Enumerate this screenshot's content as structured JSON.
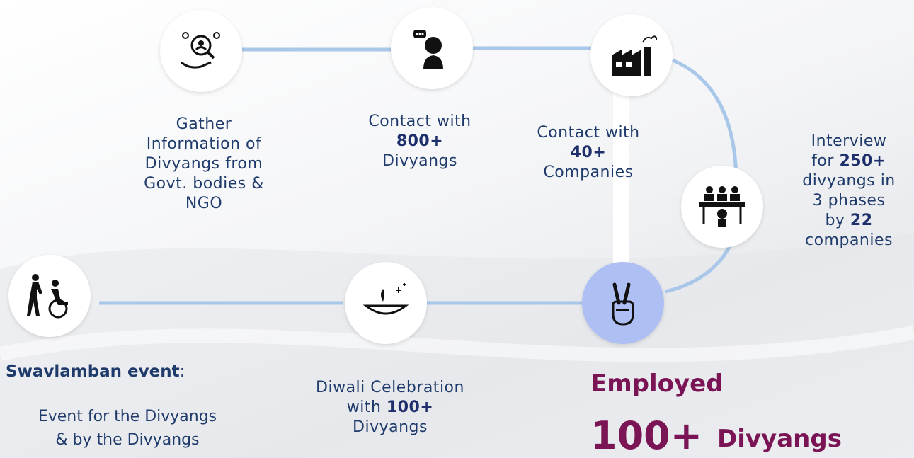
{
  "steps": {
    "gather": {
      "icon": "search-people-icon",
      "lines": [
        "Gather",
        "Information of",
        "Divyangs from",
        "Govt. bodies &",
        "NGO"
      ]
    },
    "contact_divyangs": {
      "icon": "headset-support-icon",
      "line1": "Contact with",
      "count": "800+",
      "line3": "Divyangs"
    },
    "contact_companies": {
      "icon": "factory-icon",
      "line1": "Contact with",
      "count": "40+",
      "line3": "Companies"
    },
    "interview": {
      "icon": "interview-panel-icon",
      "l1": "Interview",
      "l2_pre": "for ",
      "l2_num": "250+",
      "l3": "divyangs in",
      "l4": "3 phases",
      "l5_pre": "by ",
      "l5_num": "22",
      "l6": "companies"
    },
    "employed": {
      "icon": "victory-hand-icon",
      "title": "Employed",
      "count": "100+",
      "word": "Divyangs"
    },
    "diwali": {
      "icon": "diya-lamp-icon",
      "line1": "Diwali Celebration",
      "pre": "with ",
      "count": "100+",
      "line3": "Divyangs"
    },
    "swavlamban": {
      "icon": "wheelchair-assist-icon",
      "title": "Swavlamban event",
      "colon": ":",
      "desc1": "Event for the Divyangs",
      "desc2": "& by the Divyangs"
    }
  },
  "colors": {
    "connector": "#a9c7e8",
    "text": "#1f3b6b",
    "accent": "#7a1455",
    "highlight": "#aebff4"
  }
}
